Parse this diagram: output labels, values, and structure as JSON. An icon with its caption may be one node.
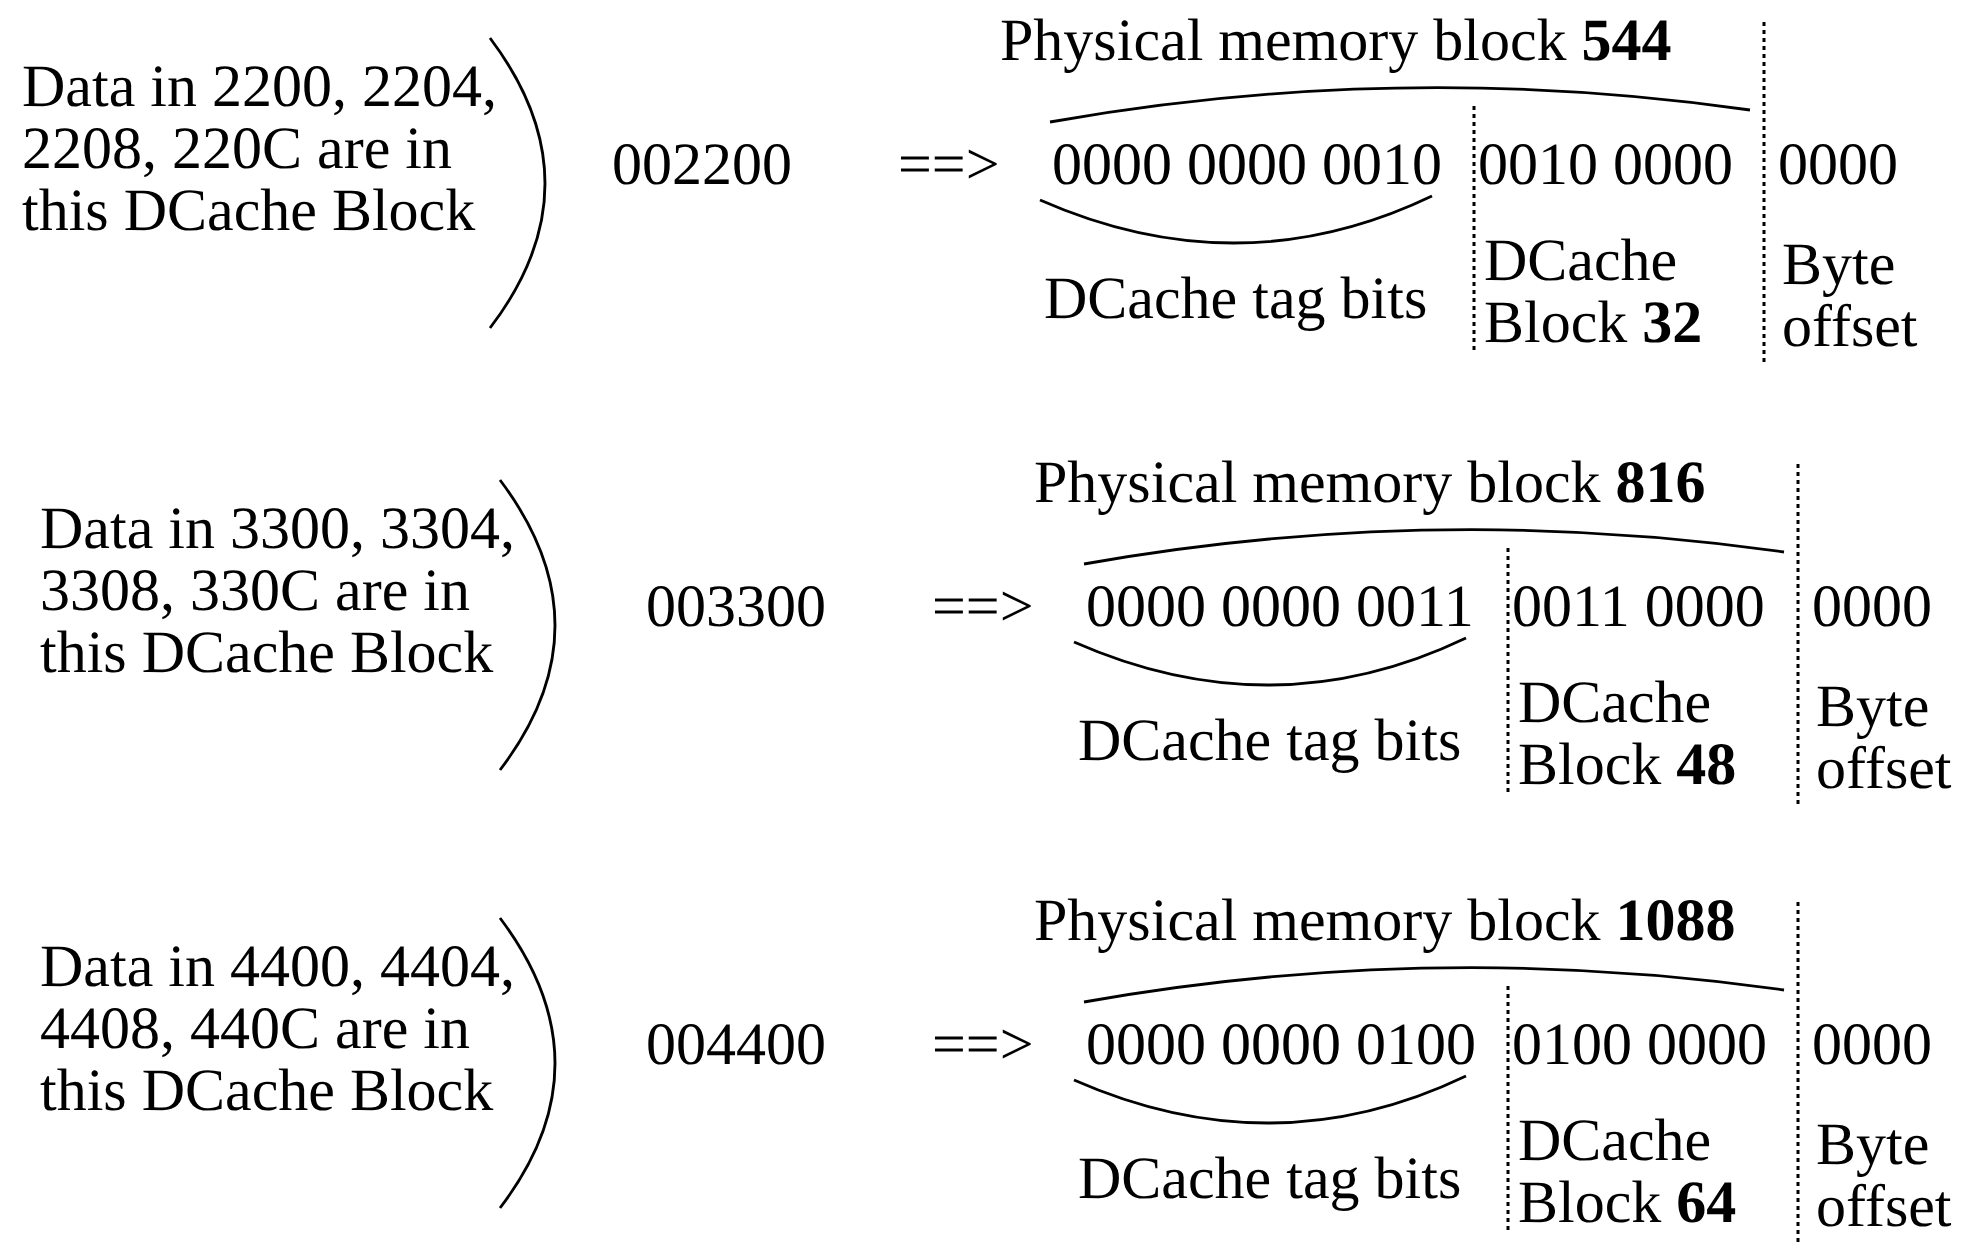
{
  "diagram": {
    "labels": [
      "Physical memory block **544**",
      "Data in 2200, 2204, 2208, 220C are in this DCache Block",
      "002200",
      "==>",
      "0000 0000 0010",
      "0010 0000",
      "0000",
      "DCache tag bits",
      "DCache Block **32**",
      "Byte offset",
      "Physical memory block **816**",
      "Data in 3300, 3304, 3308, 330C are in this DCache Block",
      "003300",
      "==>",
      "0000 0000 0011",
      "0011 0000",
      "0000",
      "DCache tag bits",
      "DCache Block **48**",
      "Byte offset",
      "Physical memory block **1088**",
      "Data in 4400, 4404, 4408, 440C are in this DCache Block",
      "004400",
      "==>",
      "0000 0000 0100",
      "0100 0000",
      "0000",
      "DCache tag bits",
      "DCache Block **64**",
      "Byte offset"
    ]
  }
}
